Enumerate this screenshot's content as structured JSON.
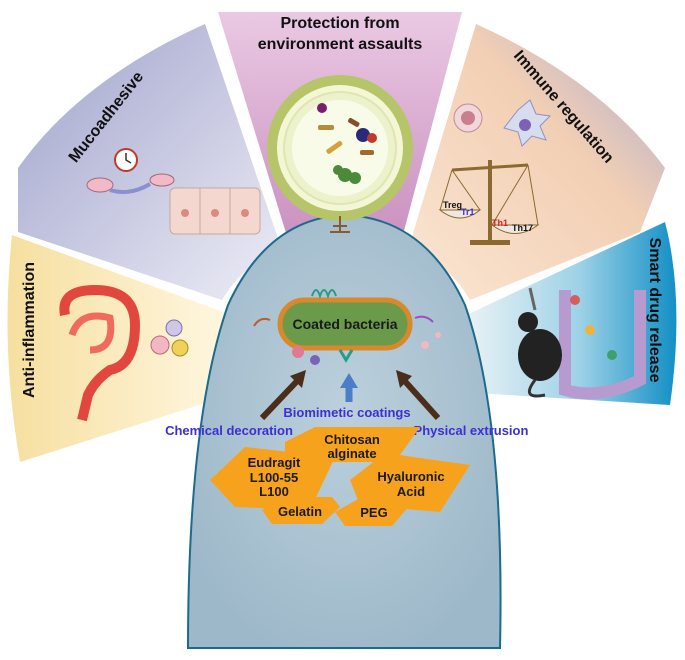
{
  "segments": {
    "protection": {
      "line1": "Protection from",
      "line2": "environment assaults"
    },
    "immune": {
      "title": "Immune regulation",
      "balance_left_top": "Treg",
      "balance_left_sub": "Tr1",
      "balance_right_top": "Th1",
      "balance_right_sub": "Th17"
    },
    "smart": {
      "title": "Smart drug release"
    },
    "mucoadhesive": {
      "title": "Mucoadhesive"
    },
    "anti": {
      "title": "Anti-inflammation"
    }
  },
  "center": {
    "bacteria_label": "Coated bacteria",
    "biomimetic": "Biomimetic coatings",
    "chemical": "Chemical decoration",
    "physical": "Physical extrusion"
  },
  "polymers": {
    "chitosan_l1": "Chitosan",
    "chitosan_l2": "alginate",
    "eudragit_l1": "Eudragit",
    "eudragit_l2": "L100-55",
    "eudragit_l3": "L100",
    "hyaluronic_l1": "Hyaluronic",
    "hyaluronic_l2": "Acid",
    "gelatin": "Gelatin",
    "peg": "PEG"
  },
  "colors": {
    "pink_segment": "#dcb0d3",
    "purple_segment": "#a9acd2",
    "peach_segment": "#f5d2b8",
    "blue_segment": "#1e9fd0",
    "yellow_segment": "#f7e3a8",
    "center": "#a8c3d2",
    "polymer": "#f7a21c",
    "bacteria": "#6a9a4a",
    "bacteria_border": "#d9892b",
    "label_blue": "#3b2fd6"
  }
}
